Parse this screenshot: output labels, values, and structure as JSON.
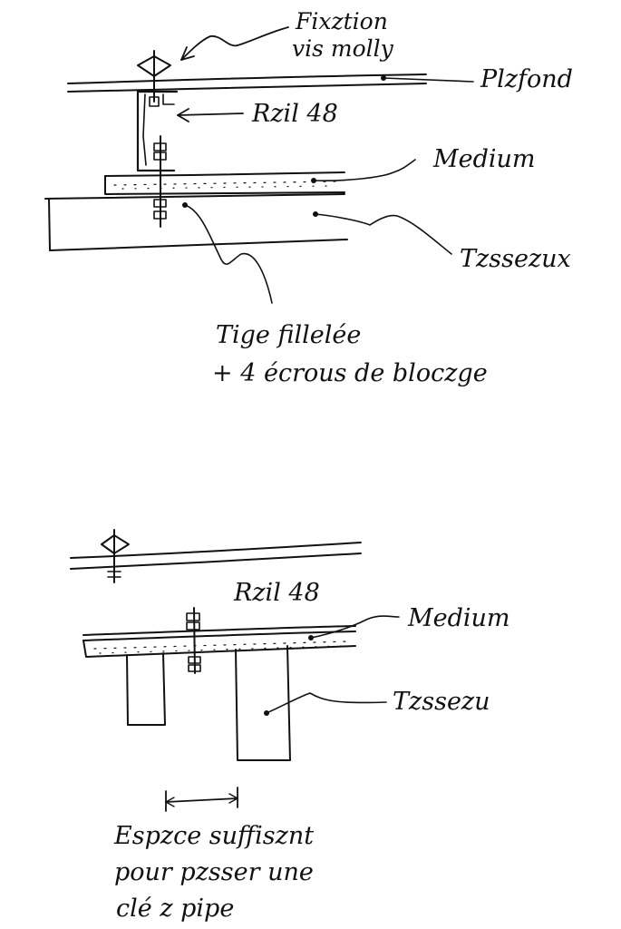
{
  "top_diagram": {
    "fixation_line1": "Fixztion",
    "fixation_line2": "vis molly",
    "plafond": "Plzfond",
    "rail": "Rzil 48",
    "medium": "Medium",
    "tasseaux": "Tzssezux",
    "tige_line1": "Tige fillelée",
    "tige_line2": "+ 4 écrous de bloczge"
  },
  "bottom_diagram": {
    "rail": "Rzil 48",
    "medium": "Medium",
    "tasseau": "Tzssezu",
    "espace_line1": "Espzce suffisznt",
    "espace_line2": "pour pzsser une",
    "espace_line3": "clé z pipe"
  }
}
